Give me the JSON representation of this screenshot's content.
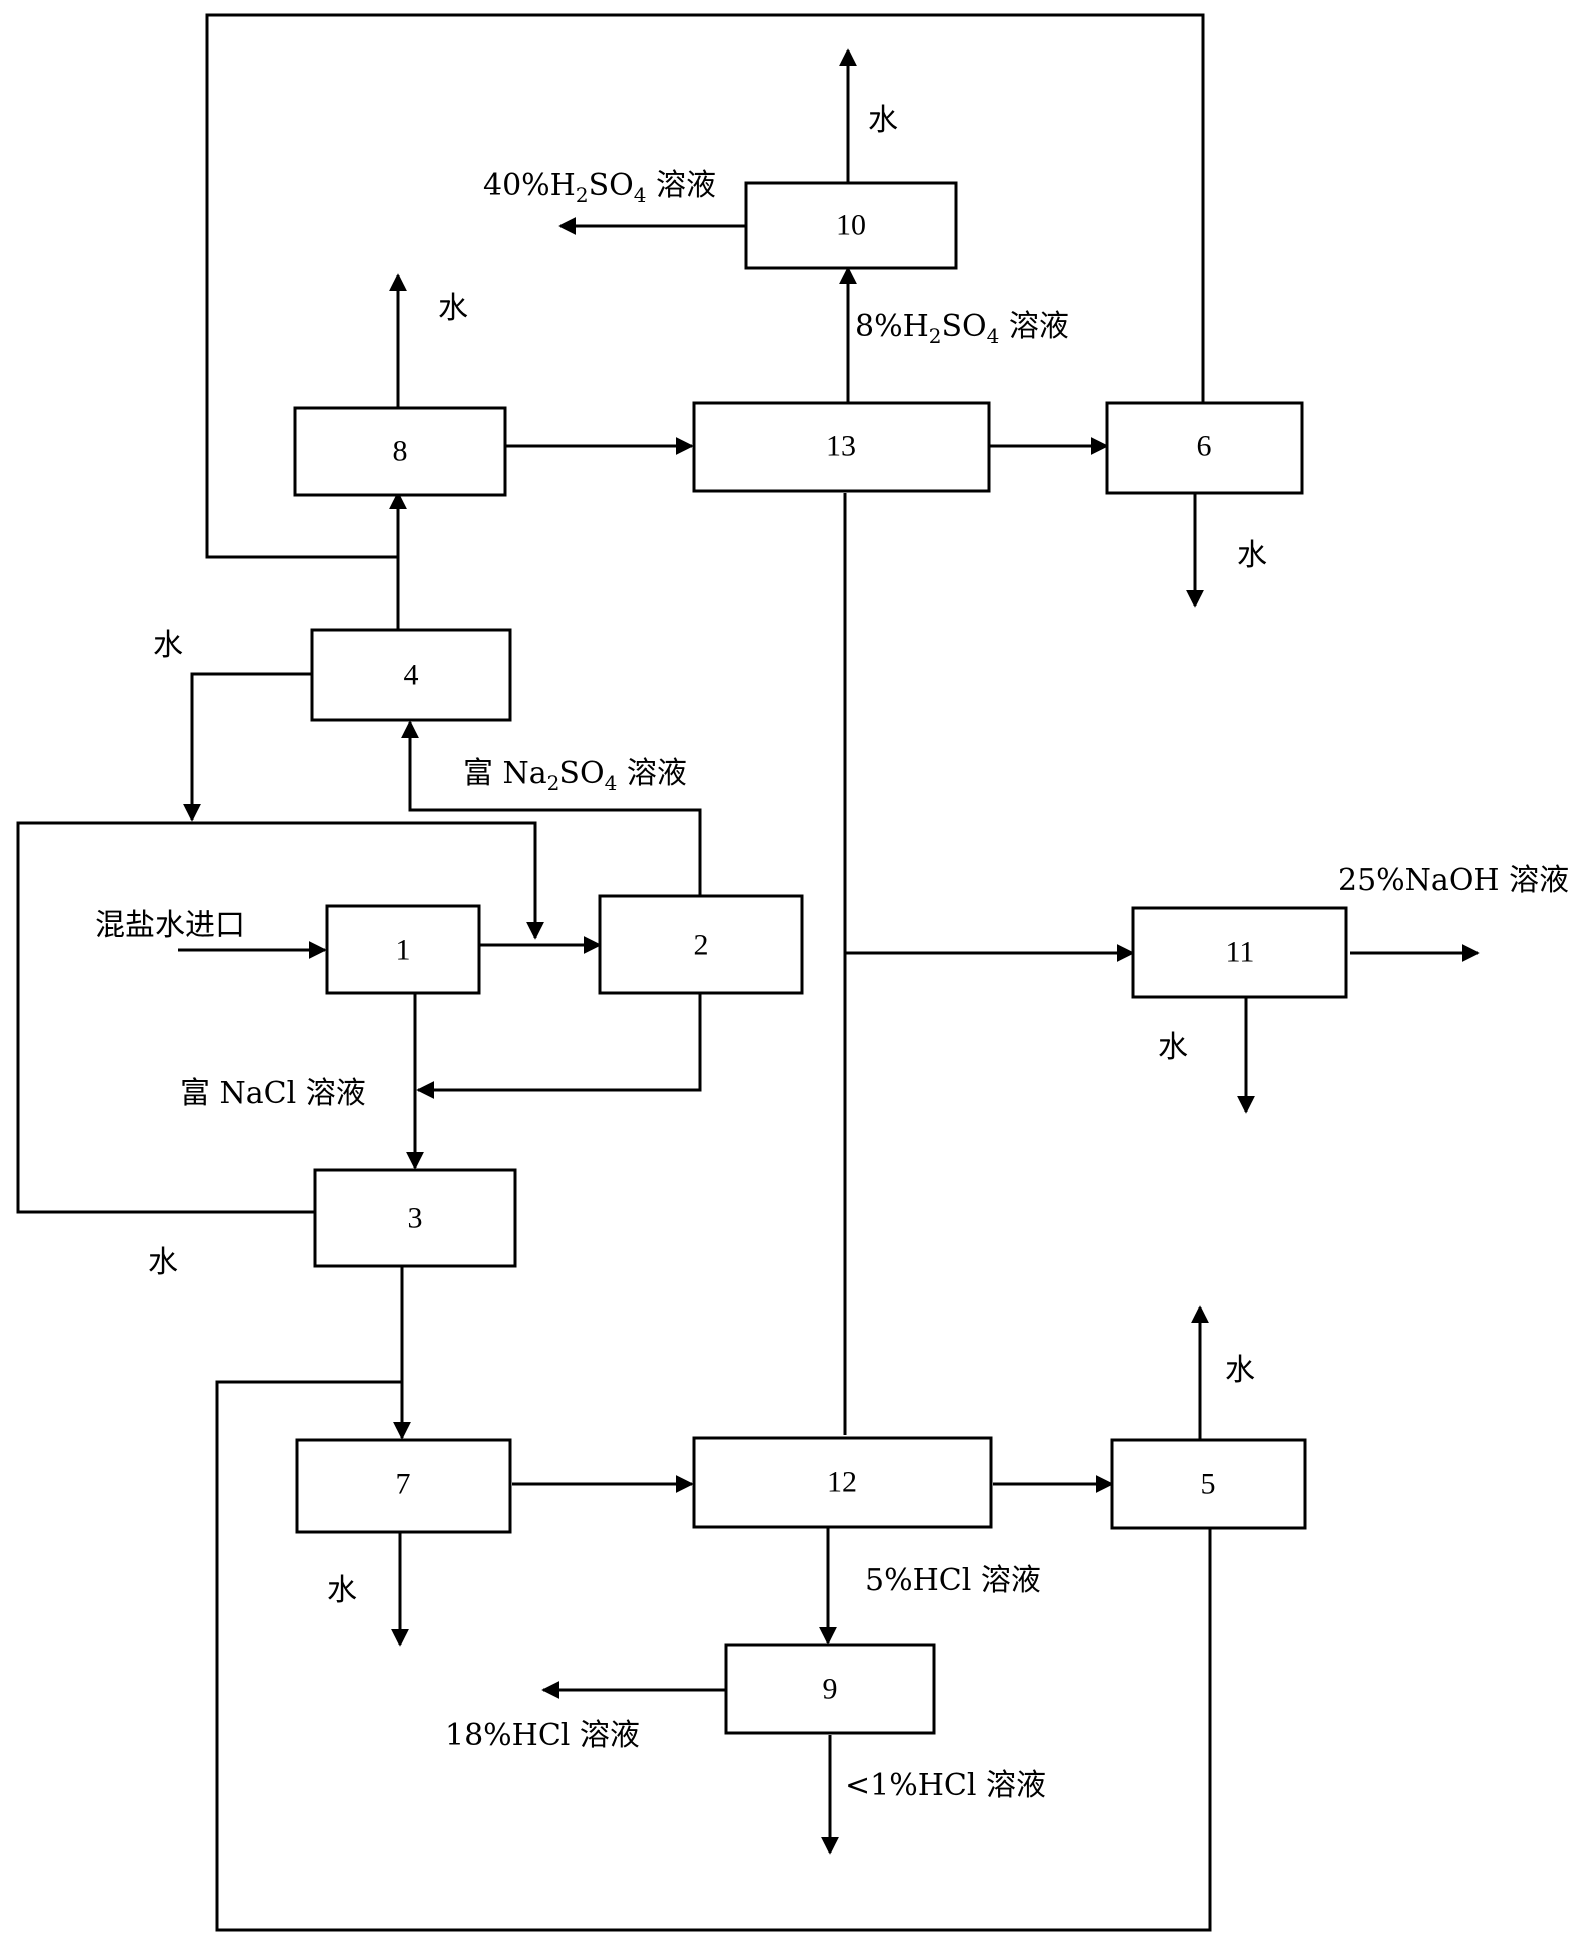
{
  "units": {
    "u1": "1",
    "u2": "2",
    "u3": "3",
    "u4": "4",
    "u5": "5",
    "u6": "6",
    "u7": "7",
    "u8": "8",
    "u9": "9",
    "u10": "10",
    "u11": "11",
    "u12": "12",
    "u13": "13"
  },
  "labels": {
    "inlet": "混盐水进口",
    "rich_nacl": "富 NaCl 溶液",
    "rich_na2so4": {
      "a": "富 Na",
      "sub1": "2",
      "b": "SO",
      "sub2": "4",
      "c": " 溶液"
    },
    "h2so4_8": {
      "a": "8%H",
      "sub1": "2",
      "b": "SO",
      "sub2": "4",
      "c": " 溶液"
    },
    "h2so4_40": {
      "a": "40%H",
      "sub1": "2",
      "b": "SO",
      "sub2": "4",
      "c": " 溶液"
    },
    "naoh_25": "25%NaOH 溶液",
    "hcl_5": "5%HCl 溶液",
    "hcl_18": "18%HCl 溶液",
    "hcl_lt1": "<1%HCl 溶液",
    "water": "水"
  }
}
